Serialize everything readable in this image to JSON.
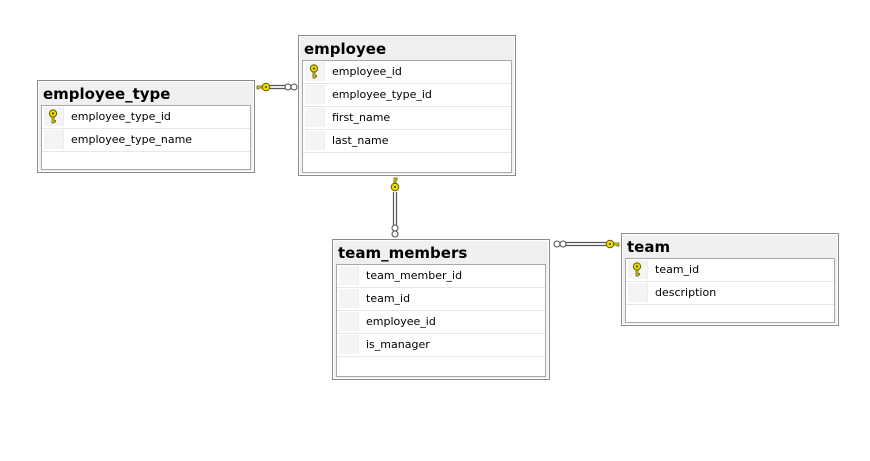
{
  "tables": [
    {
      "id": "employee_type",
      "name": "employee_type",
      "columns": [
        {
          "name": "employee_type_id",
          "primary_key": true
        },
        {
          "name": "employee_type_name",
          "primary_key": false
        }
      ]
    },
    {
      "id": "employee",
      "name": "employee",
      "columns": [
        {
          "name": "employee_id",
          "primary_key": true
        },
        {
          "name": "employee_type_id",
          "primary_key": false
        },
        {
          "name": "first_name",
          "primary_key": false
        },
        {
          "name": "last_name",
          "primary_key": false
        }
      ]
    },
    {
      "id": "team_members",
      "name": "team_members",
      "columns": [
        {
          "name": "team_member_id",
          "primary_key": false
        },
        {
          "name": "team_id",
          "primary_key": false
        },
        {
          "name": "employee_id",
          "primary_key": false
        },
        {
          "name": "is_manager",
          "primary_key": false
        }
      ]
    },
    {
      "id": "team",
      "name": "team",
      "columns": [
        {
          "name": "team_id",
          "primary_key": true
        },
        {
          "name": "description",
          "primary_key": false
        }
      ]
    }
  ],
  "relationships": [
    {
      "from": "employee",
      "to": "employee_type",
      "type": "many-to-one"
    },
    {
      "from": "team_members",
      "to": "employee",
      "type": "many-to-one"
    },
    {
      "from": "team_members",
      "to": "team",
      "type": "many-to-one"
    }
  ],
  "colors": {
    "key_icon": "#f0dc00",
    "key_outline": "#5a5a00",
    "connector": "#555555",
    "header_bg": "#f0f0f0",
    "border": "#8a8a8a"
  }
}
